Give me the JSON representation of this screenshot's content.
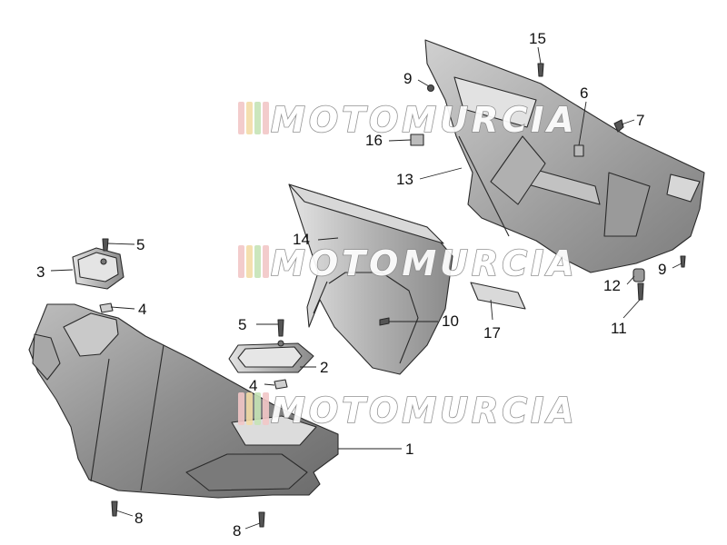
{
  "watermark": {
    "text": "MOTOMURCIA",
    "stripe_colors": [
      "#f2c7c7",
      "#f3dca6",
      "#c5e3b6",
      "#f2c7c7"
    ]
  },
  "callouts": [
    {
      "label": "15"
    },
    {
      "label": "9"
    },
    {
      "label": "6"
    },
    {
      "label": "7"
    },
    {
      "label": "16"
    },
    {
      "label": "13"
    },
    {
      "label": "14"
    },
    {
      "label": "5"
    },
    {
      "label": "3"
    },
    {
      "label": "4"
    },
    {
      "label": "5"
    },
    {
      "label": "10"
    },
    {
      "label": "17"
    },
    {
      "label": "12"
    },
    {
      "label": "9"
    },
    {
      "label": "11"
    },
    {
      "label": "2"
    },
    {
      "label": "4"
    },
    {
      "label": "1"
    },
    {
      "label": "8"
    },
    {
      "label": "8"
    }
  ]
}
